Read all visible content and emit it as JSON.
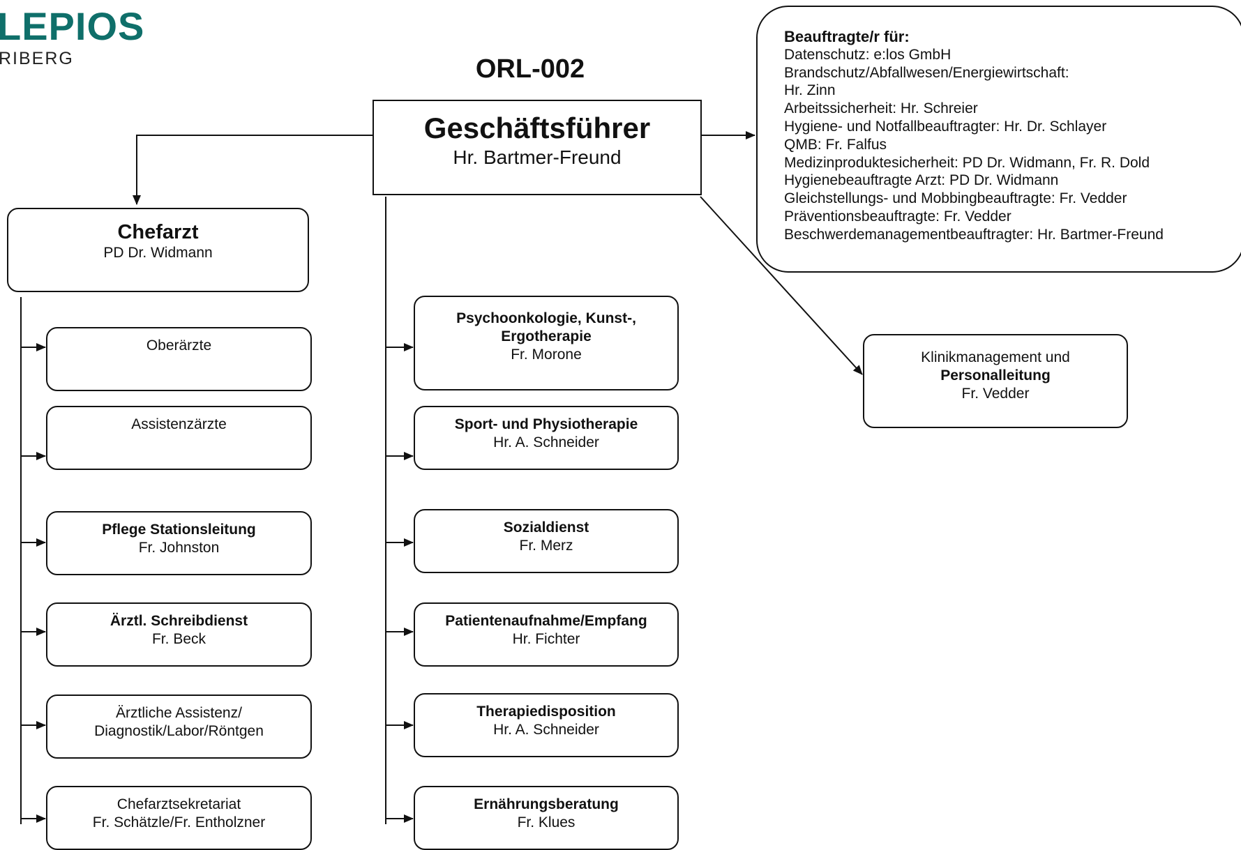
{
  "logo": {
    "main": "LEPIOS",
    "sub": "RIBERG"
  },
  "doc_code": "ORL-002",
  "gf": {
    "title": "Geschäftsführer",
    "name": "Hr. Bartmer-Freund"
  },
  "beauftragte": {
    "heading": "Beauftragte/r für:",
    "lines": [
      "Datenschutz: e:los GmbH",
      "Brandschutz/Abfallwesen/Energiewirtschaft:",
      "Hr. Zinn",
      "Arbeitssicherheit: Hr. Schreier",
      "Hygiene- und Notfallbeauftragter: Hr. Dr. Schlayer",
      "QMB: Fr. Falfus",
      "Medizinproduktesicherheit: PD Dr. Widmann, Fr. R. Dold",
      "Hygienebeauftragte Arzt: PD Dr. Widmann",
      "Gleichstellungs- und Mobbingbeauftragte: Fr. Vedder",
      "Präventionsbeauftragte: Fr. Vedder",
      "Beschwerdemanagementbeauftragter: Hr. Bartmer-Freund"
    ]
  },
  "chefarzt": {
    "title": "Chefarzt",
    "name": "PD Dr. Widmann"
  },
  "klinik": {
    "line1": "Klinikmanagement und",
    "title": "Personalleitung",
    "name": "Fr. Vedder"
  },
  "left_boxes": [
    {
      "title": "",
      "text": "Oberärzte"
    },
    {
      "title": "",
      "text": "Assistenzärzte"
    },
    {
      "title": "Pflege Stationsleitung",
      "text": "Fr. Johnston"
    },
    {
      "title": "Ärztl. Schreibdienst",
      "text": "Fr. Beck"
    },
    {
      "title": "",
      "text": "Ärztliche Assistenz/",
      "text2": "Diagnostik/Labor/Röntgen"
    },
    {
      "title": "",
      "text": "Chefarztsekretariat",
      "text2": "Fr. Schätzle/Fr. Entholzner"
    }
  ],
  "mid_boxes": [
    {
      "title": "Psychoonkologie, Kunst-,",
      "title2": "Ergotherapie",
      "text": "Fr. Morone"
    },
    {
      "title": "Sport- und Physiotherapie",
      "text": "Hr. A. Schneider"
    },
    {
      "title": "Sozialdienst",
      "text": "Fr. Merz"
    },
    {
      "title": "Patientenaufnahme/Empfang",
      "text": "Hr. Fichter"
    },
    {
      "title": "Therapiedisposition",
      "text": "Hr. A. Schneider"
    },
    {
      "title": "Ernährungsberatung",
      "text": "Fr. Klues"
    }
  ]
}
